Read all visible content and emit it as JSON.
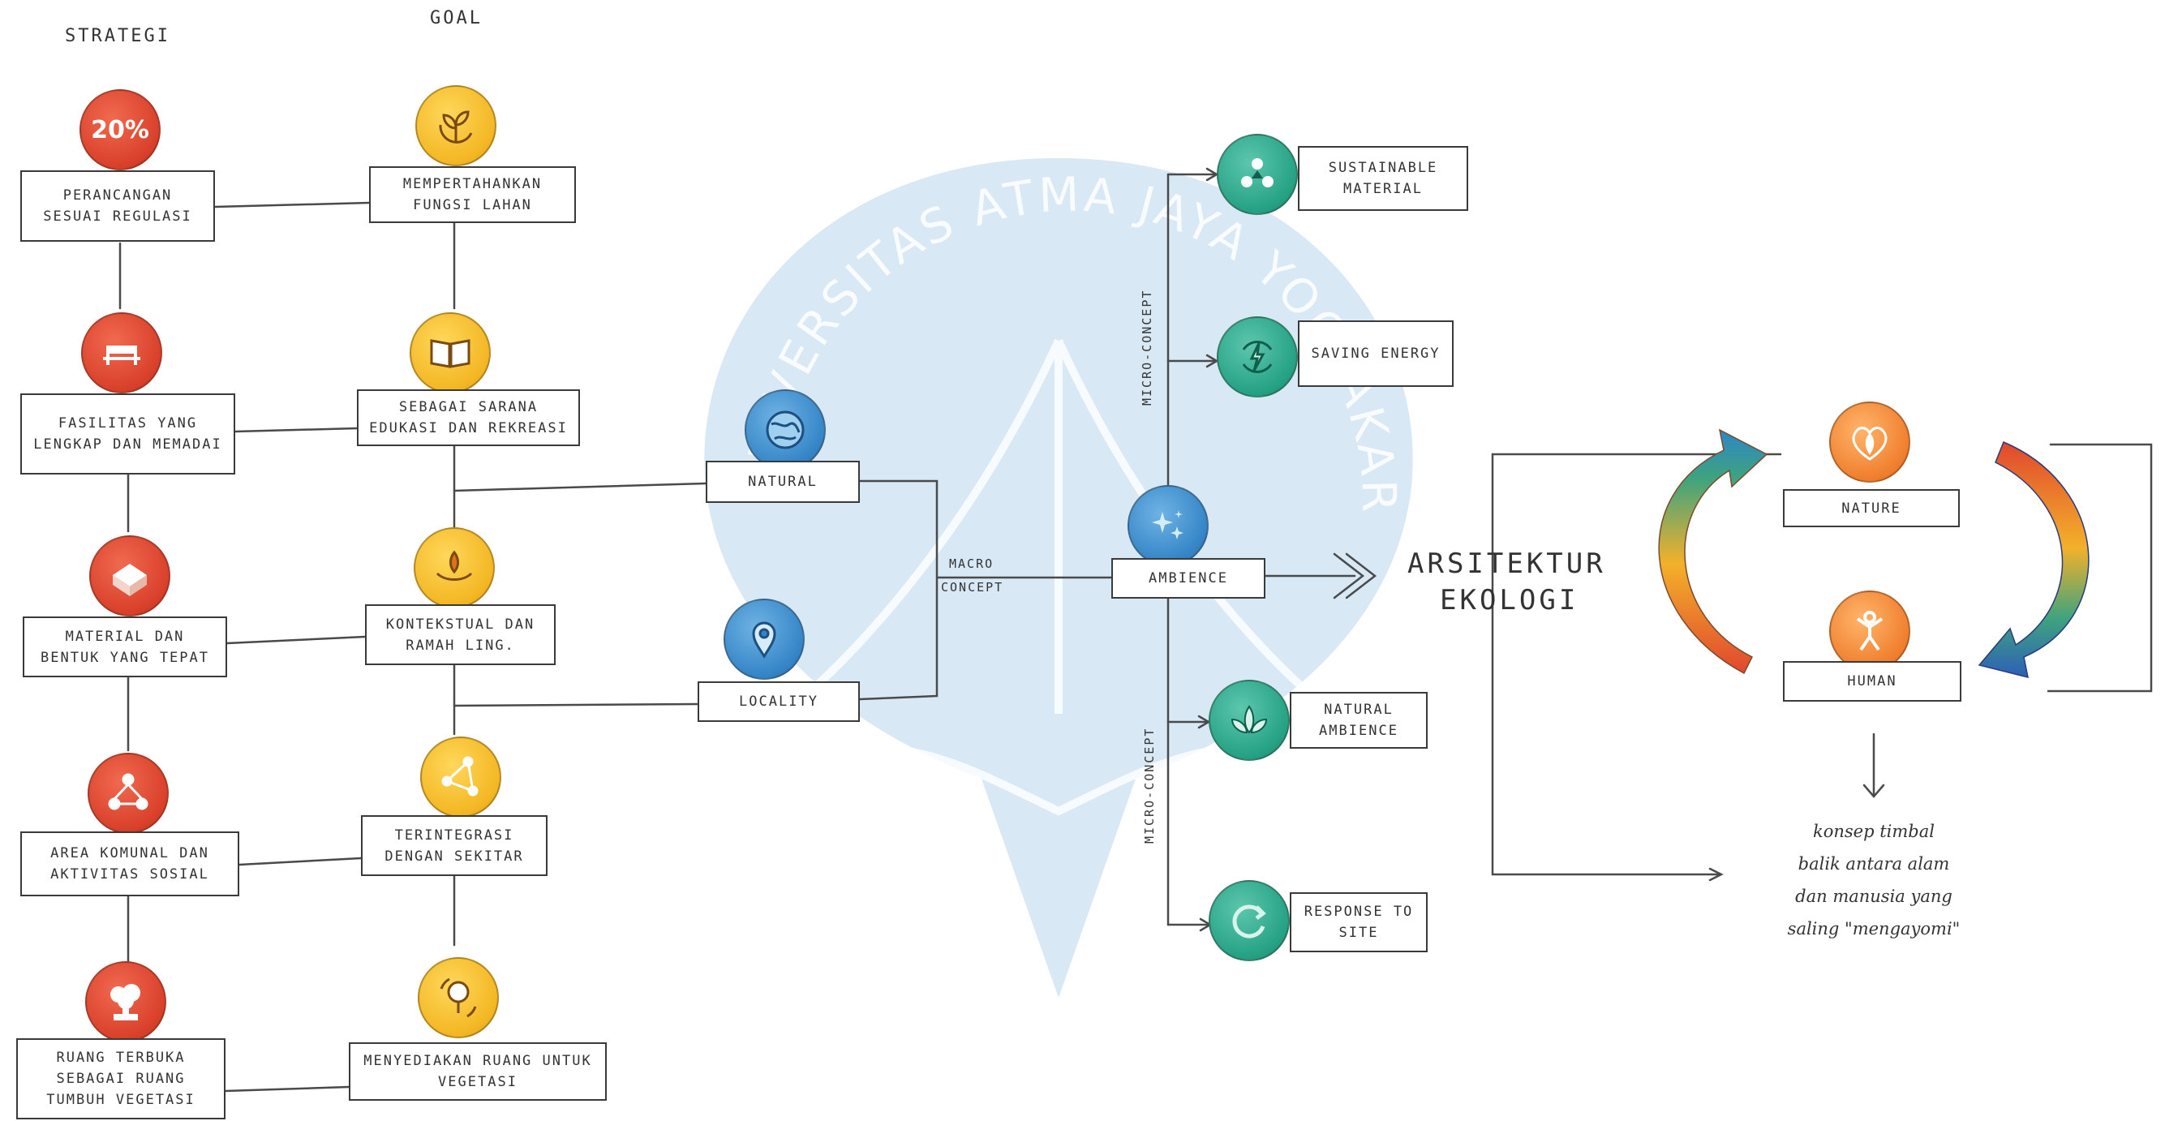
{
  "headers": {
    "strategi": "STRATEGI",
    "goal": "GOAL"
  },
  "strategi": [
    {
      "label": "PERANCANGAN SESUAI REGULASI",
      "icon": "percent-20-icon",
      "icon_text": "20%"
    },
    {
      "label": "FASILITAS YANG LENGKAP DAN MEMADAI",
      "icon": "bench-icon"
    },
    {
      "label": "MATERIAL DAN BENTUK YANG TEPAT",
      "icon": "building-blocks-icon"
    },
    {
      "label": "AREA KOMUNAL DAN AKTIVITAS SOSIAL",
      "icon": "people-network-icon"
    },
    {
      "label": "RUANG TERBUKA SEBAGAI RUANG TUMBUH VEGETASI",
      "icon": "tree-icon"
    }
  ],
  "goal": [
    {
      "label": "MEMPERTAHANKAN FUNGSI LAHAN",
      "icon": "plant-cycle-icon"
    },
    {
      "label": "SEBAGAI SARANA EDUKASI DAN REKREASI",
      "icon": "book-icon"
    },
    {
      "label": "KONTEKSTUAL DAN RAMAH LING.",
      "icon": "hand-leaf-icon"
    },
    {
      "label": "TERINTEGRASI DENGAN SEKITAR",
      "icon": "triangle-network-icon"
    },
    {
      "label": "MENYEDIAKAN RUANG UNTUK VEGETASI",
      "icon": "tree-arrows-icon"
    }
  ],
  "macro": {
    "natural": "NATURAL",
    "locality": "LOCALITY",
    "label_1": "MACRO",
    "label_2": "CONCEPT",
    "ambience": "AMBIENCE"
  },
  "micro": {
    "label": "MICRO-CONCEPT",
    "items": [
      {
        "label": "SUSTAINABLE MATERIAL",
        "icon": "recycle-triangle-icon"
      },
      {
        "label": "SAVING ENERGY",
        "icon": "energy-cycle-icon"
      },
      {
        "label": "NATURAL AMBIENCE",
        "icon": "leaves-icon"
      },
      {
        "label": "RESPONSE TO SITE",
        "icon": "refresh-icon"
      }
    ]
  },
  "result": {
    "line1": "ARSITEKTUR",
    "line2": "EKOLOGI"
  },
  "cycle": {
    "nature": "NATURE",
    "human": "HUMAN",
    "note_1": "konsep timbal",
    "note_2": "balik antara alam",
    "note_3": "dan manusia yang",
    "note_4": "saling \"mengayomi\""
  },
  "watermark": {
    "text": "UNIVERSITAS ATMA JAYA YOGYAKARTA",
    "color": "#a9cbe6"
  },
  "colors": {
    "red": "#d9402a",
    "yellow": "#f3b723",
    "blue": "#3485c7",
    "teal": "#25a184",
    "orange": "#f07f2e"
  }
}
